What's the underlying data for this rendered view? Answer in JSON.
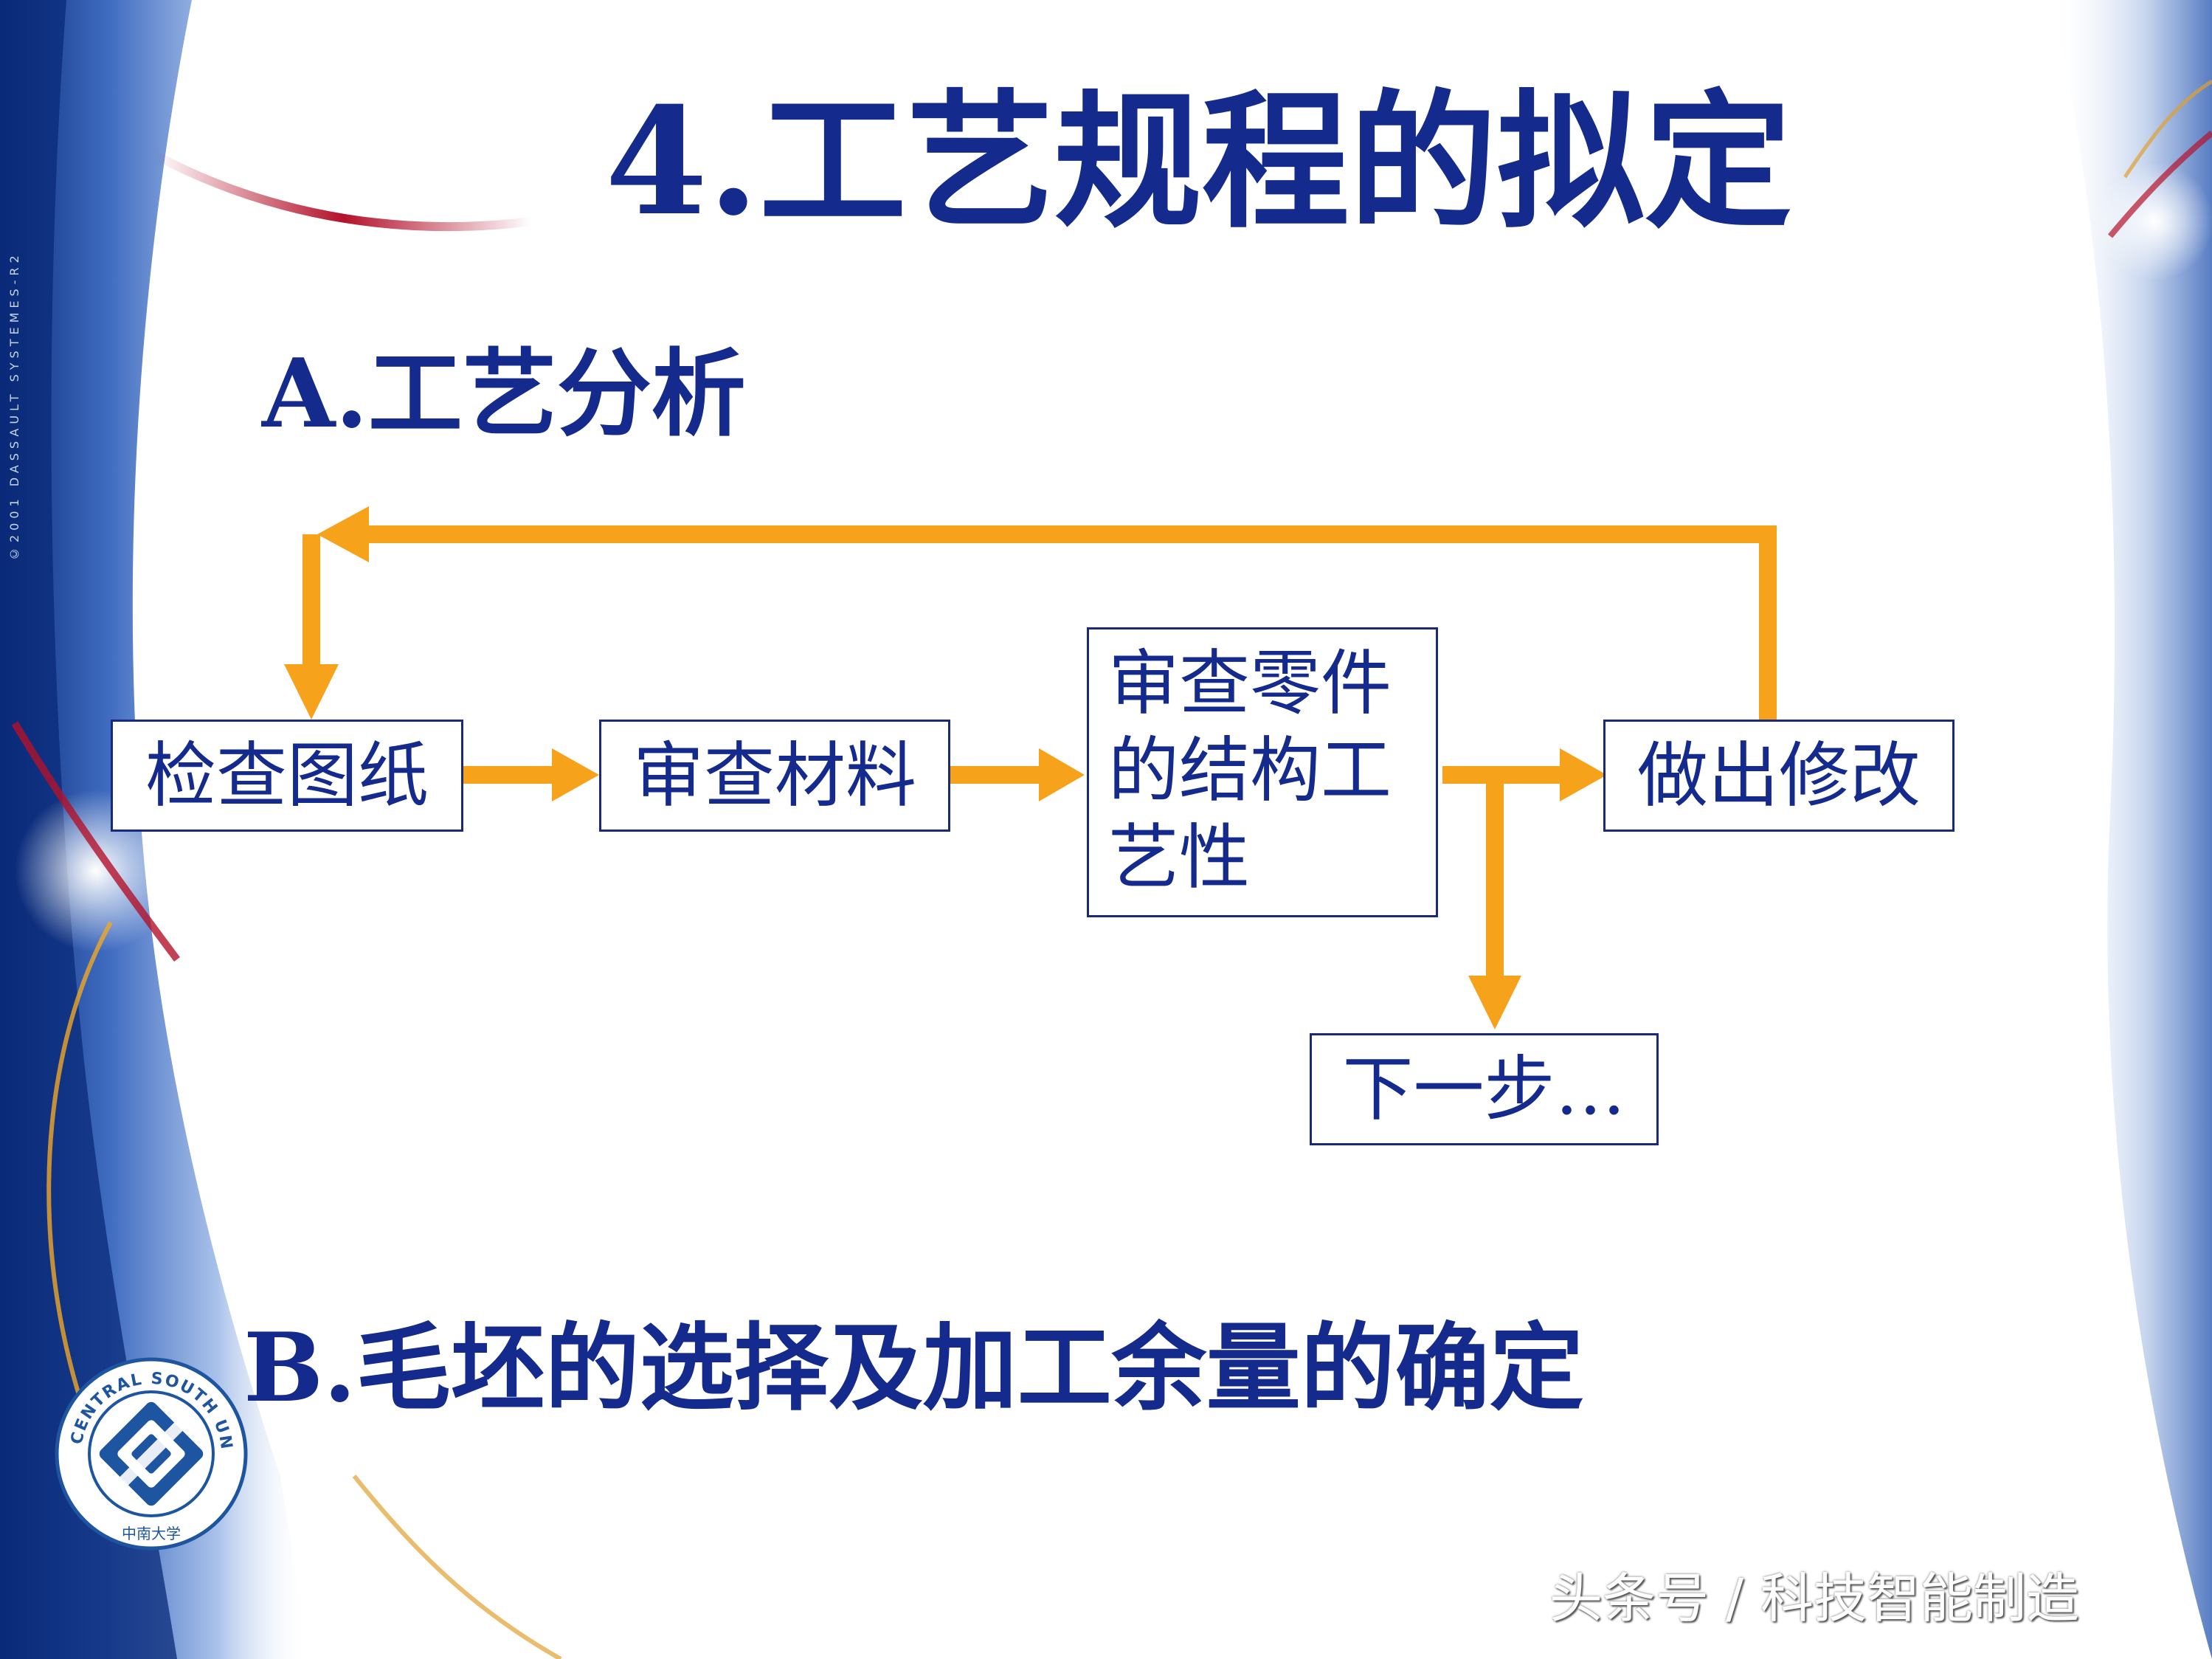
{
  "slide": {
    "title": "4.工艺规程的拟定",
    "section_a": "A.工艺分析",
    "section_b": "B.毛坯的选择及加工余量的确定",
    "side_vertical_text": "©2001 DASSAULT SYSTEMES-R2"
  },
  "flowchart": {
    "nodes": {
      "check_drawings": "检查图纸",
      "review_materials": "审查材料",
      "review_structure": "审查零件的结构工艺性",
      "make_changes": "做出修改",
      "next_step": "下一步…"
    }
  },
  "logo": {
    "text": "CENTRAL SOUTH UNIVERSITY",
    "chinese": "中南大学"
  },
  "watermark": "头条号 / 科技智能制造",
  "colors": {
    "title_blue": "#142a8c",
    "arrow_orange": "#f7a21b",
    "box_border": "#1a2a7a",
    "accent_red": "#b3122b"
  }
}
